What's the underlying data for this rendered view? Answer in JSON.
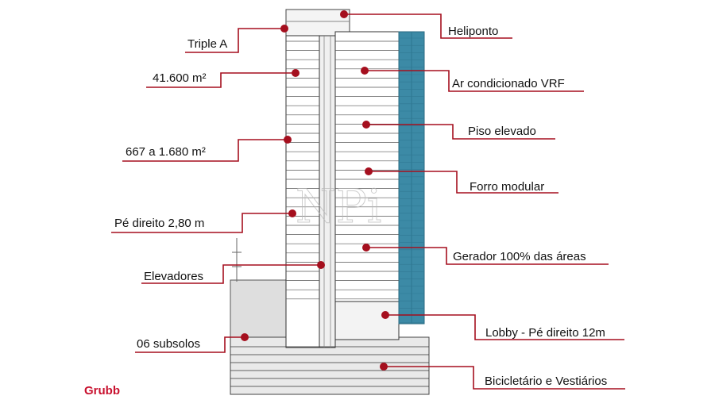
{
  "brand": "Grubb",
  "watermark": "NPi",
  "colors": {
    "accent": "#a50f1e",
    "glass": "#3c8aa6",
    "line": "#222222"
  },
  "labels": {
    "triple_a": "Triple A",
    "area_total": "41.600 m²",
    "area_floor": "667 a 1.680 m²",
    "ceiling_height": "Pé direito 2,80 m",
    "elevators": "Elevadores",
    "basements": "06 subsolos",
    "helipad": "Heliponto",
    "vrf": "Ar condicionado VRF",
    "raised_floor": "Piso elevado",
    "modular_ceiling": "Forro modular",
    "generator": "Gerador 100% das áreas",
    "lobby": "Lobby - Pé direito 12m",
    "bike_room": "Bicicletário e Vestiários"
  }
}
